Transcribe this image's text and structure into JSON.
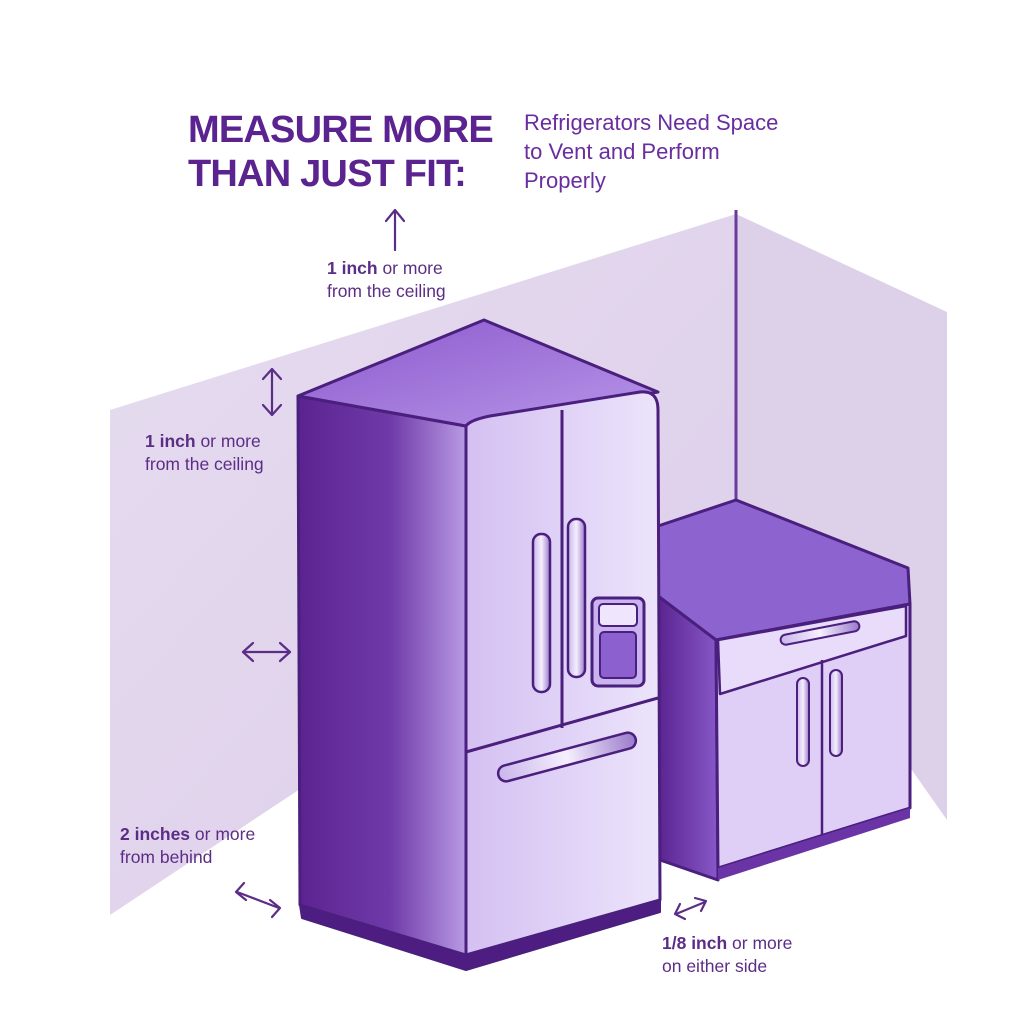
{
  "heading": {
    "title_lines": [
      "MEASURE MORE",
      "THAN JUST FIT:"
    ],
    "subtitle_lines": [
      "Refrigerators Need Space",
      "to Vent and Perform",
      "Properly"
    ]
  },
  "callouts": {
    "top_clearance": {
      "bold": "1 inch",
      "rest": " or more",
      "line2": "from the ceiling",
      "arrow_icon": "up-arrow-icon"
    },
    "upper_clearance": {
      "bold": "1 inch",
      "rest": " or more",
      "line2": "from the ceiling",
      "arrow_icon": "vertical-double-arrow-icon"
    },
    "back_clearance": {
      "bold": "2 inches",
      "rest": " or more",
      "line2": "from behind",
      "arrow_icon": "diagonal-double-arrow-icon"
    },
    "side_clearance": {
      "bold": "1/8 inch",
      "rest": " or more",
      "line2": "on either side",
      "arrow_icon": "diagonal-double-arrow-icon"
    }
  },
  "colors": {
    "title": "#5b2390",
    "wall": "#e3d8ee",
    "fridge_dark": "#5b2390",
    "fridge_mid": "#8c61cf",
    "fridge_light": "#e6d8f7",
    "outline": "#4a1f7d"
  }
}
